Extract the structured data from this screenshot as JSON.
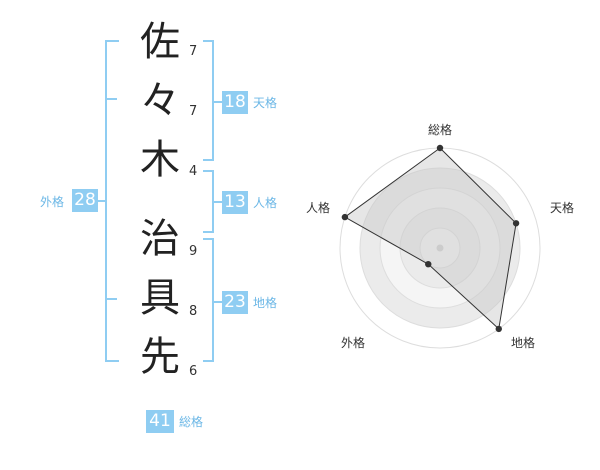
{
  "name_chars": [
    {
      "char": "佐",
      "strokes": "7"
    },
    {
      "char": "々",
      "strokes": "7"
    },
    {
      "char": "木",
      "strokes": "4"
    },
    {
      "char": "治",
      "strokes": "9"
    },
    {
      "char": "具",
      "strokes": "8"
    },
    {
      "char": "先",
      "strokes": "6"
    }
  ],
  "kaku": {
    "tenkaku": {
      "label": "天格",
      "value": "18"
    },
    "jinkaku": {
      "label": "人格",
      "value": "13"
    },
    "chikaku": {
      "label": "地格",
      "value": "23"
    },
    "gaikaku": {
      "label": "外格",
      "value": "28"
    },
    "soukaku": {
      "label": "総格",
      "value": "41"
    }
  },
  "colors": {
    "accent": "#8fcdf2",
    "radar_fill": "#e8e8e8",
    "radar_line": "#333333"
  },
  "chart_data": {
    "type": "radar",
    "axes": [
      "総格",
      "天格",
      "地格",
      "外格",
      "人格"
    ],
    "max": 5,
    "rings": 4,
    "values": [
      5,
      4,
      5,
      1,
      5
    ]
  }
}
